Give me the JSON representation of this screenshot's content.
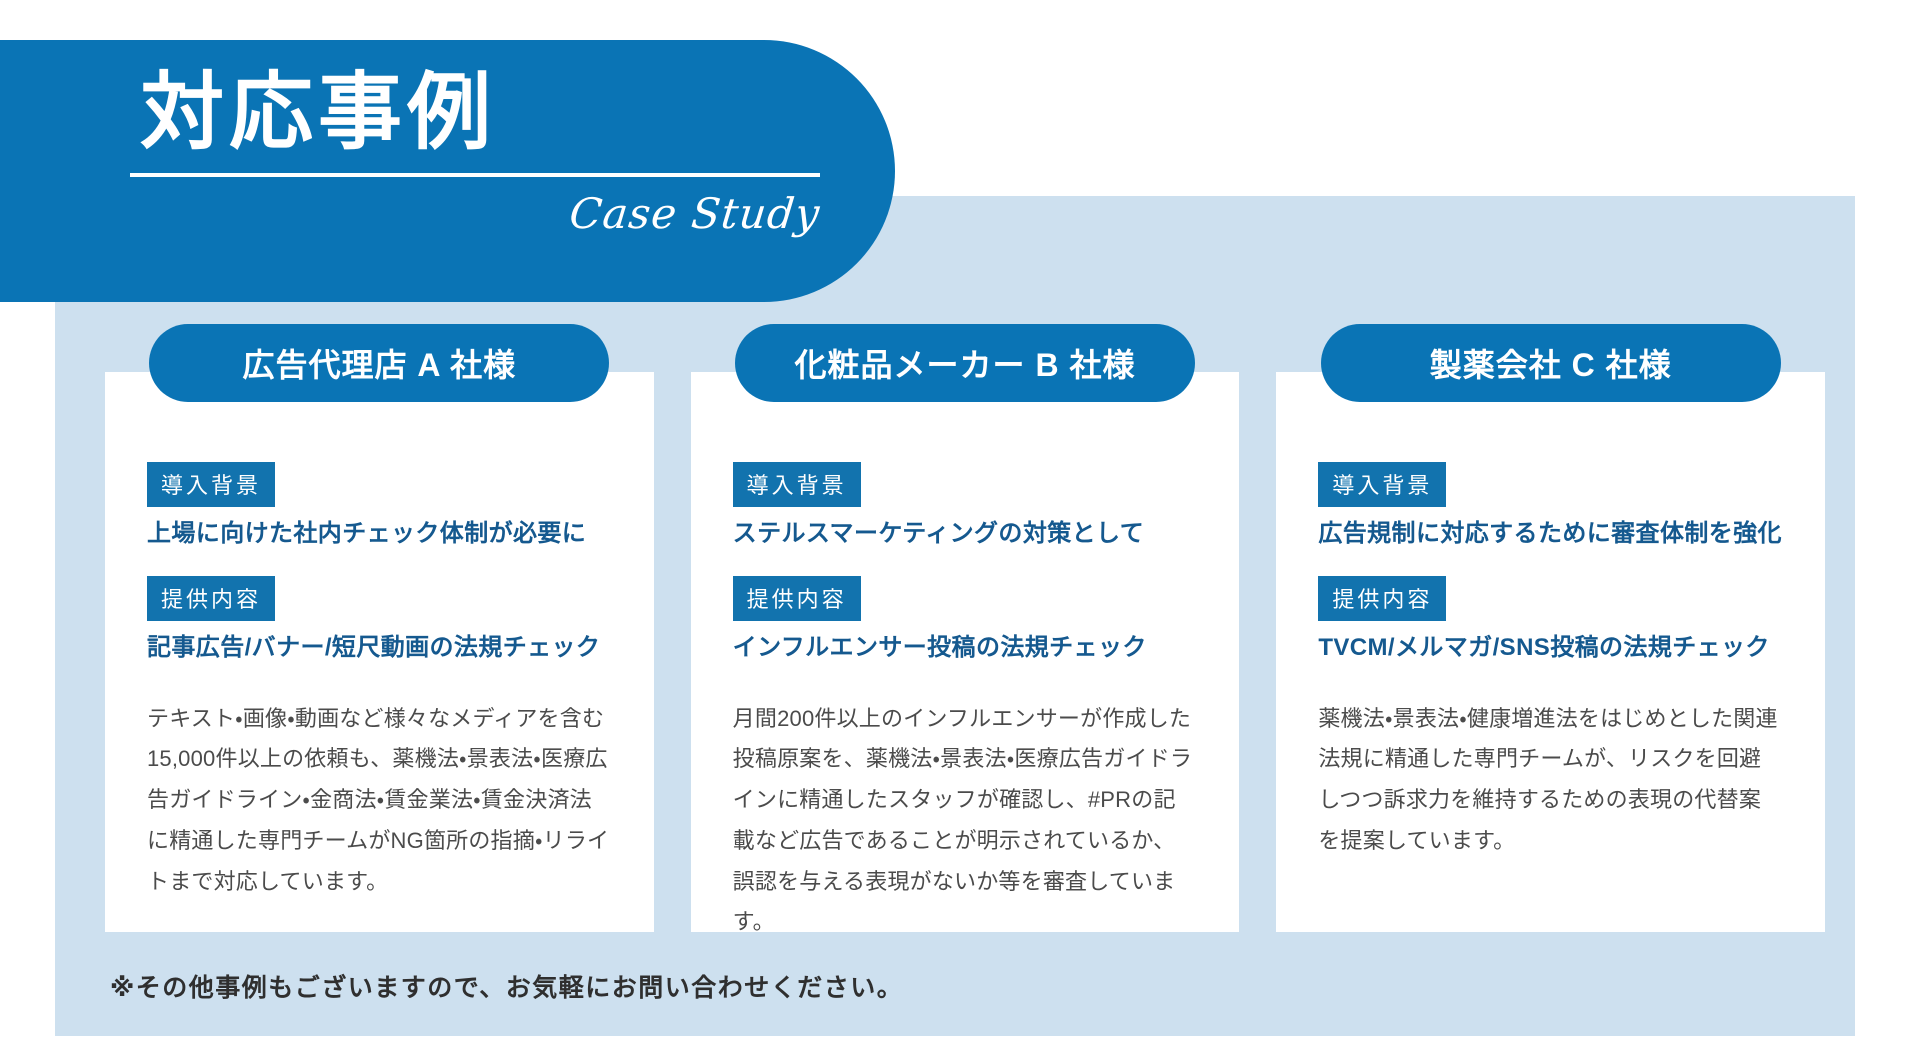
{
  "header": {
    "title": "対応事例",
    "subtitle": "Case Study"
  },
  "colors": {
    "brand_blue": "#0a74b5",
    "tag_blue": "#1273ae",
    "panel_bg": "#cde0ef",
    "lead_text": "#15598f",
    "body_text": "#4b4b4b",
    "card_bg": "#ffffff"
  },
  "labels": {
    "background_tag": "導入背景",
    "offering_tag": "提供内容"
  },
  "cards": [
    {
      "title": "広告代理店 A 社様",
      "background_tag": "導入背景",
      "background_lead": "上場に向けた社内チェック体制が必要に",
      "offering_tag": "提供内容",
      "offering_lead": "記事広告/バナー/短尺動画の法規チェック",
      "body": "テキスト・画像・動画など様々なメディアを含む15,000件以上の依頼も、薬機法・景表法・医療広告ガイドライン・金商法・賃金業法・賃金決済法に精通した専門チームがNG箇所の指摘・リライトまで対応しています。"
    },
    {
      "title": "化粧品メーカー B 社様",
      "background_tag": "導入背景",
      "background_lead": "ステルスマーケティングの対策として",
      "offering_tag": "提供内容",
      "offering_lead": "インフルエンサー投稿の法規チェック",
      "body": "月間200件以上のインフルエンサーが作成した投稿原案を、薬機法・景表法・医療広告ガイドラインに精通したスタッフが確認し、#PRの記載など広告であることが明示されているか、誤認を与える表現がないか等を審査しています。"
    },
    {
      "title": "製薬会社 C 社様",
      "background_tag": "導入背景",
      "background_lead": "広告規制に対応するために審査体制を強化",
      "offering_tag": "提供内容",
      "offering_lead": "TVCM/メルマガ/SNS投稿の法規チェック",
      "body": "薬機法・景表法・健康増進法をはじめとした関連法規に精通した専門チームが、リスクを回避しつつ訴求力を維持するための表現の代替案を提案しています。"
    }
  ],
  "footer": {
    "note": "※その他事例もございますので、お気軽にお問い合わせください。"
  }
}
